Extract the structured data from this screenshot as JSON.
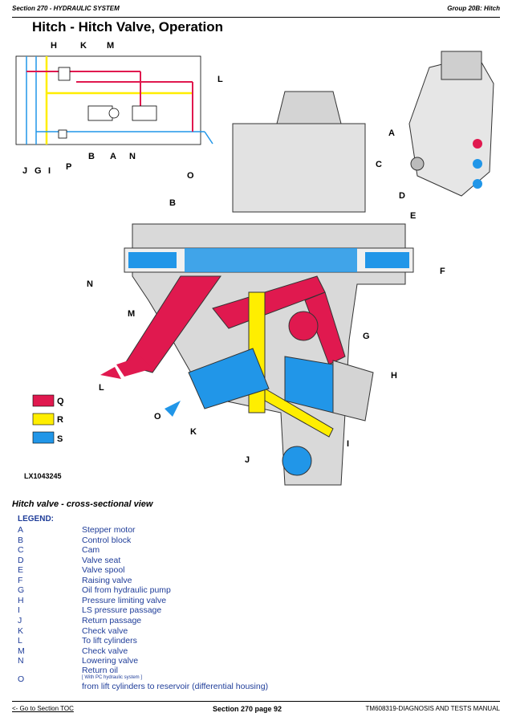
{
  "header": {
    "left": "Section 270 - HYDRAULIC SYSTEM",
    "right": "Group 20B: Hitch"
  },
  "title": "Hitch - Hitch Valve, Operation",
  "figure": {
    "schematic_labels": [
      "H",
      "K",
      "M",
      "L",
      "J",
      "G",
      "I",
      "P",
      "B",
      "A",
      "N",
      "O"
    ],
    "callouts": [
      "A",
      "B",
      "C",
      "D",
      "E",
      "F",
      "G",
      "H",
      "I",
      "J",
      "K",
      "L",
      "M",
      "N",
      "O"
    ],
    "color_key": [
      {
        "letter": "Q",
        "color": "#e0194f"
      },
      {
        "letter": "R",
        "color": "#ffee00"
      },
      {
        "letter": "S",
        "color": "#2196e8"
      }
    ],
    "figure_id": "LX1043245"
  },
  "caption": "Hitch valve - cross-sectional view",
  "legend": {
    "heading": "LEGEND:",
    "items": [
      {
        "key": "A",
        "text": "Stepper motor"
      },
      {
        "key": "B",
        "text": "Control block"
      },
      {
        "key": "C",
        "text": "Cam"
      },
      {
        "key": "D",
        "text": "Valve seat"
      },
      {
        "key": "E",
        "text": "Valve spool"
      },
      {
        "key": "F",
        "text": "Raising valve"
      },
      {
        "key": "G",
        "text": "Oil from hydraulic pump"
      },
      {
        "key": "H",
        "text": "Pressure limiting valve"
      },
      {
        "key": "I",
        "text": "LS pressure passage"
      },
      {
        "key": "J",
        "text": "Return passage"
      },
      {
        "key": "K",
        "text": "Check valve"
      },
      {
        "key": "L",
        "text": "To lift cylinders"
      },
      {
        "key": "M",
        "text": "Check valve"
      },
      {
        "key": "N",
        "text": "Lowering valve"
      }
    ],
    "item_o": {
      "key": "O",
      "line1": "Return oil",
      "line2": "[ With PC hydraulic system ]",
      "line3": "from lift cylinders to reservoir (differential housing)"
    }
  },
  "footer": {
    "left": "<- Go to Section TOC",
    "center": "Section 270 page 92",
    "right": "TM608319-DIAGNOSIS AND TESTS MANUAL"
  }
}
